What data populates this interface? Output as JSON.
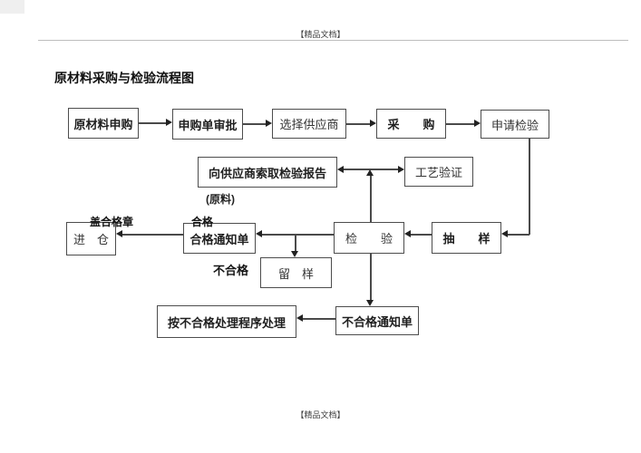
{
  "page": {
    "header_watermark": "【精品文档】",
    "footer_watermark": "【精品文档】",
    "title": "原材料采购与检验流程图"
  },
  "flowchart": {
    "nodes": {
      "raw_material_request": "原材料申购",
      "purchase_order_approval": "申购单审批",
      "select_supplier": "选择供应商",
      "purchase": "采　　购",
      "request_inspection": "申请检验",
      "obtain_supplier_report": "向供应商索取检验报告",
      "raw_material_note": "(原料)",
      "process_validation": "工艺验证",
      "warehouse_in": "进　仓",
      "pass_notice": "合格通知单",
      "inspection": "检　　验",
      "sampling": "抽　　样",
      "retain_sample": "留　样",
      "nonconforming_handling": "按不合格处理程序处理",
      "nonconforming_notice": "不合格通知单"
    },
    "edge_labels": {
      "stamp_pass_seal": "盖合格章",
      "pass": "合格",
      "fail": "不合格"
    }
  },
  "colors": {
    "background": "#ffffff",
    "box_border": "#4d4d4d",
    "connector_line": "#4a4a4a",
    "arrowhead": "#222222",
    "text": "#1a1a1a",
    "header_rule": "#bdbdbd"
  }
}
